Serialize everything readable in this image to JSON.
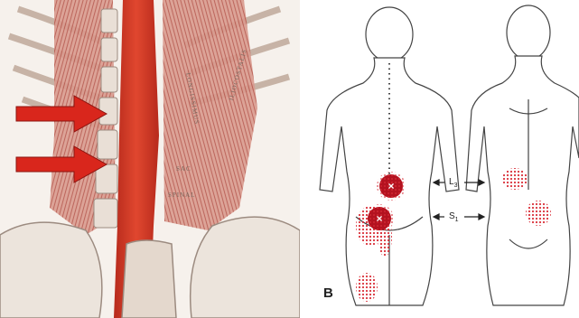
{
  "panel_a": {
    "muscle_labels": [
      "LONGISSIMUS",
      "ILIOCOSTALIS",
      "SAC",
      "SPINAL"
    ],
    "arrows_count": 2,
    "colors": {
      "spine_muscle": "#d33a2a",
      "arrow": "#d9261c",
      "fibers": "#c46a5e"
    }
  },
  "panel_b": {
    "panel_letter": "B",
    "level_labels": {
      "upper": "L",
      "upper_sub": "3",
      "lower": "S",
      "lower_sub": "1"
    },
    "caption": "",
    "colors": {
      "trigger_point": "#b3121f",
      "referred_pain": "#d9303a",
      "outline": "#444444"
    }
  }
}
